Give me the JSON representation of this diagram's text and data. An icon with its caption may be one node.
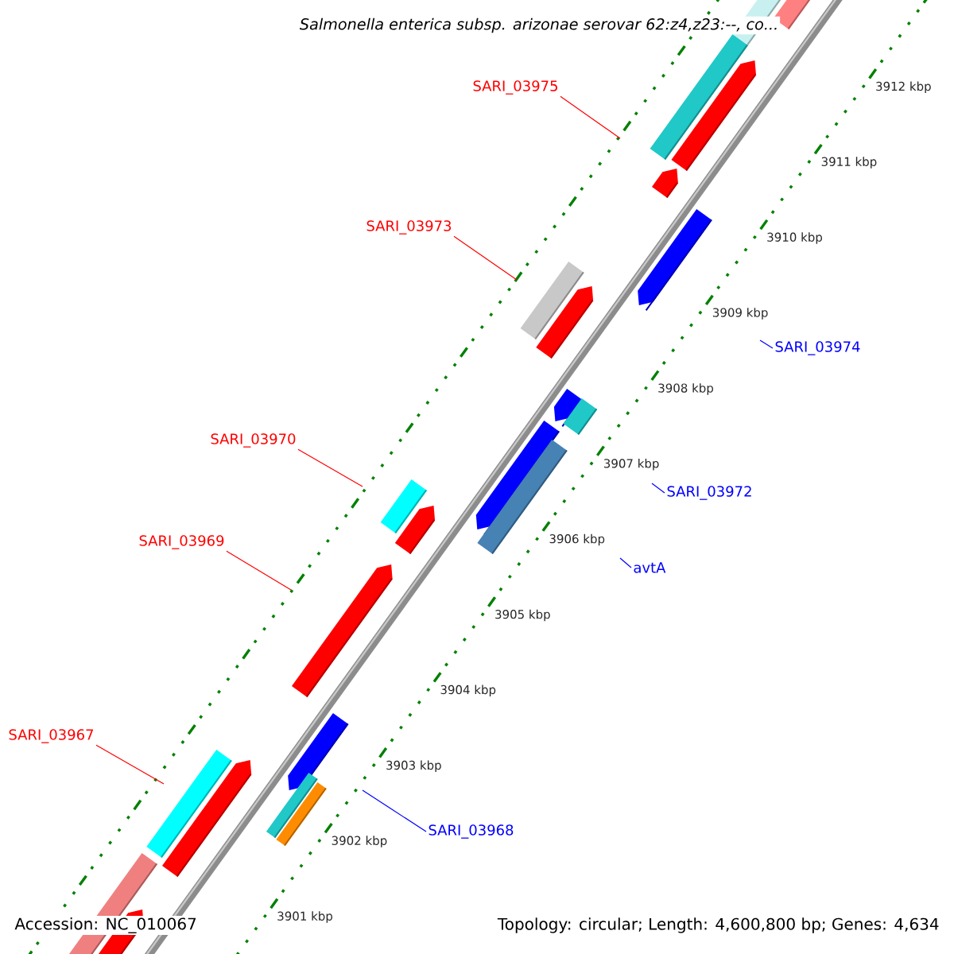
{
  "diagram": {
    "title": "Salmonella enterica subsp. arizonae serovar 62:z4,z23:--, co...",
    "nodes": [
      {
        "text": [
          "SARI_03975"
        ]
      },
      {
        "text": [
          "SARI_03973"
        ]
      },
      {
        "text": [
          "SARI_03970"
        ]
      },
      {
        "text": [
          "SARI_03969"
        ]
      },
      {
        "text": [
          "SARI_03967"
        ]
      },
      {
        "text": [
          "SARI_03974"
        ]
      },
      {
        "text": [
          "SARI_03972"
        ]
      },
      {
        "text": [
          "avtA"
        ]
      },
      {
        "text": [
          "SARI_03968"
        ]
      }
    ],
    "edges": [
      {
        "from": 0,
        "to": null,
        "arrow": "none"
      },
      {
        "from": 1,
        "to": null,
        "arrow": "none"
      },
      {
        "from": 2,
        "to": null,
        "arrow": "none"
      },
      {
        "from": 3,
        "to": null,
        "arrow": "none"
      },
      {
        "from": 4,
        "to": null,
        "arrow": "none"
      },
      {
        "from": 5,
        "to": null,
        "arrow": "none",
        "color": "#0000ff"
      },
      {
        "from": 6,
        "to": null,
        "arrow": "none",
        "color": "#0000ff"
      },
      {
        "from": 7,
        "to": null,
        "arrow": "none",
        "color": "#0000ff"
      },
      {
        "from": 8,
        "to": null,
        "arrow": "none",
        "color": "#0000ff"
      }
    ],
    "labels": [
      "3912 kbp",
      "3911 kbp",
      "3910 kbp",
      "3909 kbp",
      "3908 kbp",
      "3907 kbp",
      "3906 kbp",
      "3905 kbp",
      "3904 kbp",
      "3903 kbp",
      "3902 kbp",
      "3901 kbp",
      "Accession: NC_010067",
      "Topology: circular; Length: 4,600,800 bp; Genes: 4,634"
    ]
  }
}
